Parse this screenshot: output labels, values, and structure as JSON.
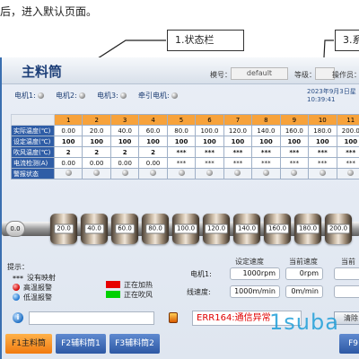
{
  "doc": {
    "caption": "后，进入默认页面。",
    "callout_status": "1.状态栏",
    "callout_3": "3.系"
  },
  "titlebar": {
    "title": "主料筒",
    "model_label": "模号：",
    "model_value": "default",
    "level_label": "等级：",
    "level_value": "",
    "operator_label": "操作员："
  },
  "motors": [
    {
      "label": "电机1:"
    },
    {
      "label": "电机2:"
    },
    {
      "label": "电机3:"
    },
    {
      "label": "牵引电机:"
    }
  ],
  "datetime": {
    "date": "2023年9月3日星",
    "time": "10:39:41"
  },
  "table": {
    "columns": [
      "1",
      "2",
      "3",
      "4",
      "5",
      "6",
      "7",
      "8",
      "9",
      "10",
      "11"
    ],
    "rows": [
      {
        "label": "实际温度(℃)",
        "type": "num",
        "cells": [
          "0.00",
          "20.0",
          "40.0",
          "60.0",
          "80.0",
          "100.0",
          "120.0",
          "140.0",
          "160.0",
          "180.0",
          "200.0"
        ]
      },
      {
        "label": "设定温度(℃)",
        "type": "bold",
        "cells": [
          "100",
          "100",
          "100",
          "100",
          "100",
          "100",
          "100",
          "100",
          "100",
          "100",
          "100"
        ]
      },
      {
        "label": "吹风温度(℃)",
        "type": "bold",
        "cells": [
          "2",
          "2",
          "2",
          "2",
          "***",
          "***",
          "***",
          "***",
          "***",
          "***",
          "***"
        ]
      },
      {
        "label": "电流检测(A)",
        "type": "num",
        "cells": [
          "0.00",
          "0.00",
          "0.00",
          "0.00",
          "***",
          "***",
          "***",
          "***",
          "***",
          "***",
          "***"
        ]
      },
      {
        "label": "警报状态",
        "type": "lamp",
        "cells": [
          "",
          "",
          "",
          "",
          "",
          "",
          "",
          "",
          "",
          "",
          ""
        ]
      }
    ]
  },
  "barrel": {
    "nozzle": "0.0",
    "zones": [
      "20.0",
      "40.0",
      "60.0",
      "80.0",
      "100.0",
      "120.0",
      "140.0",
      "160.0",
      "180.0",
      "200.0"
    ]
  },
  "legend": {
    "title": "提示：",
    "items": [
      {
        "marker": "***",
        "text": "没有映射"
      },
      {
        "marker": "red-dot",
        "text": "高温报警"
      },
      {
        "marker": "blue-dot",
        "text": "低温报警"
      },
      {
        "marker": "red-sq",
        "text": "正在加热"
      },
      {
        "marker": "green-sq",
        "text": "正在吹风"
      }
    ]
  },
  "speed": {
    "head_set": "设定速度",
    "head_current": "当前速度",
    "head_current2": "当前电",
    "rows": [
      {
        "label": "电机1:",
        "set": "1000rpm",
        "current": "0rpm"
      },
      {
        "label": "线速度:",
        "set": "1000m/min",
        "current": "0m/min"
      }
    ]
  },
  "status": {
    "message": "",
    "error": "ERR164:通信异常",
    "mini_button": "清除"
  },
  "tabs": [
    {
      "label": "F1主料筒",
      "active": true
    },
    {
      "label": "F2辅料筒1",
      "active": false
    },
    {
      "label": "F3辅料筒2",
      "active": false
    },
    {
      "label": "F9",
      "active": false
    }
  ],
  "watermark": "1suba",
  "colors": {
    "accent_blue": "#2f5da6",
    "header_orange": "#f7a23b",
    "error_red": "#e00000",
    "heating_red": "#e60000",
    "blowing_green": "#00d000"
  }
}
